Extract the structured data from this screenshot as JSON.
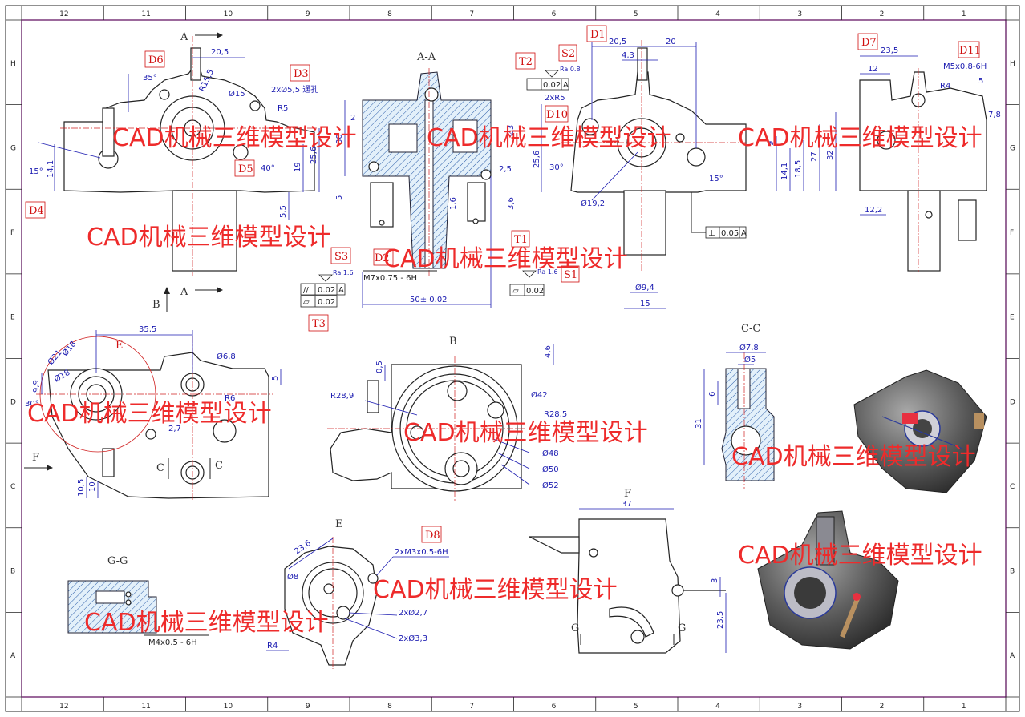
{
  "frame": {
    "col_labels": [
      "12",
      "11",
      "10",
      "9",
      "8",
      "7",
      "6",
      "5",
      "4",
      "3",
      "2",
      "1"
    ],
    "row_labels": [
      "H",
      "G",
      "F",
      "E",
      "D",
      "C",
      "B",
      "A"
    ],
    "border_color": "#cc33cc"
  },
  "watermark": "CAD机械三维模型设计",
  "view_labels": {
    "section_aa": "A-A",
    "view_b": "B",
    "section_cc": "C-C",
    "view_e": "E",
    "view_f": "F",
    "section_gg": "G-G",
    "arrow_a_top": "A",
    "arrow_a_bottom": "A",
    "arrow_b": "B",
    "arrow_f": "F",
    "arrow_c_left": "C",
    "arrow_c_right": "C",
    "arrow_g_left": "G",
    "arrow_g_right": "G",
    "circle_e": "E"
  },
  "refs": {
    "D1": "D1",
    "D3": "D3",
    "D4": "D4",
    "D5": "D5",
    "D6": "D6",
    "D7": "D7",
    "D8": "D8",
    "D10": "D10",
    "D11": "D11",
    "S1": "S1",
    "S2": "S2",
    "S3": "S3",
    "T1": "T1",
    "T2": "T2",
    "T3": "T3"
  },
  "tolerances": {
    "perp_top": {
      "symbol": "⊥",
      "value": "0.02",
      "datum": "A"
    },
    "perp_right": {
      "symbol": "⊥",
      "value": "0.05",
      "datum": "A"
    },
    "parallel": {
      "symbol": "//",
      "value": "0.02",
      "datum": "A"
    },
    "flat_left": {
      "symbol": "▱",
      "value": "0.02"
    },
    "flat_mid": {
      "symbol": "▱",
      "value": "0.02"
    },
    "ra_top": "Ra 0.8",
    "ra_s3": "Ra 1.6",
    "ra_s1": "Ra 1.6"
  },
  "dims": {
    "d20_5a": "20,5",
    "r15_5": "R15,5",
    "d35deg": "35°",
    "phi15": "Ø15",
    "twoxphi5": "2xØ5,5 通孔",
    "r5": "R5",
    "d15deg": "15°",
    "d14_1a": "14,1",
    "d40deg": "40°",
    "d19": "19",
    "d25_6a": "25,6",
    "d5_5": "5,5",
    "aa_2": "2",
    "aa_30": "30",
    "aa_5": "5",
    "aa_1_6": "1,6",
    "aa_2_5": "2,5",
    "aa_3_6": "3,6",
    "aa_phi3": "Ø3",
    "m7": "M7x0.75 - 6H",
    "d50": "50± 0.02",
    "f_20_5": "20,5",
    "f_20": "20",
    "f_4_3": "4,3",
    "f_2xr5": "2xR5",
    "f_25_6": "25,6",
    "f_30deg": "30°",
    "f_phi19_2": "Ø19,2",
    "f_15deg": "15°",
    "f_phi9_4": "Ø9,4",
    "f_15": "15",
    "r_23_5": "23,5",
    "r_12": "12",
    "r_m5": "M5x0.8-6H",
    "r_r4": "R4",
    "r_5": "5",
    "r_7_8": "7,8",
    "r_9": "9",
    "r_14_1": "14,1",
    "r_18_5": "18,5",
    "r_27": "27",
    "r_32": "32",
    "r_12_2": "12,2",
    "b_35_5": "35,5",
    "b_phi6_8": "Ø6,8",
    "b_phi18a": "Ø18",
    "b_phi21": "Ø21",
    "b_phi18b": "Ø18",
    "b_9_9": "9,9",
    "b_30deg": "30°",
    "b_r6": "R6",
    "b_2_7": "2,7",
    "b_5": "5",
    "b_10_5": "10,5",
    "b_10": "10",
    "v_0_5": "0,5",
    "v_4_6": "4,6",
    "v_r28_9": "R28,9",
    "v_phi42": "Ø42",
    "v_r28_5": "R28,5",
    "v_phi48": "Ø48",
    "v_phi50": "Ø50",
    "v_phi52": "Ø52",
    "c_phi7_8": "Ø7,8",
    "c_phi5": "Ø5",
    "c_6": "6",
    "c_31": "31",
    "e_23_6": "23,6",
    "e_phi8": "Ø8",
    "e_m3": "2xM3x0.5-6H",
    "e_phi2_7": "2xØ2,7",
    "e_phi3_3": "2xØ3,3",
    "e_r4": "R4",
    "g_m4": "M4x0.5 - 6H",
    "fv_37": "37",
    "fv_3": "3",
    "fv_23_5": "23,5"
  },
  "colors": {
    "dimension": "#1a1ab0",
    "reference": "#d01010",
    "watermark": "#ee2b2b",
    "frame": "#cc33cc"
  }
}
